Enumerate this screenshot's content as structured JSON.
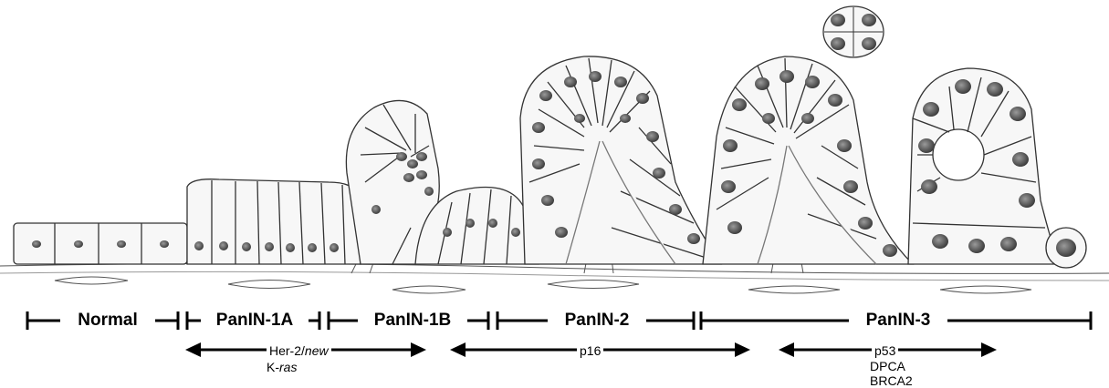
{
  "stages": [
    "Normal",
    "PanIN-1A",
    "PanIN-1B",
    "PanIN-2",
    "PanIN-3"
  ],
  "genes": {
    "her2_prefix": "Her-2/",
    "her2_suffix": "new",
    "kras_prefix": "K-",
    "kras_suffix": "ras",
    "p16": "p16",
    "p53": "p53",
    "dpca": "DPCA",
    "brca2": "BRCA2"
  }
}
